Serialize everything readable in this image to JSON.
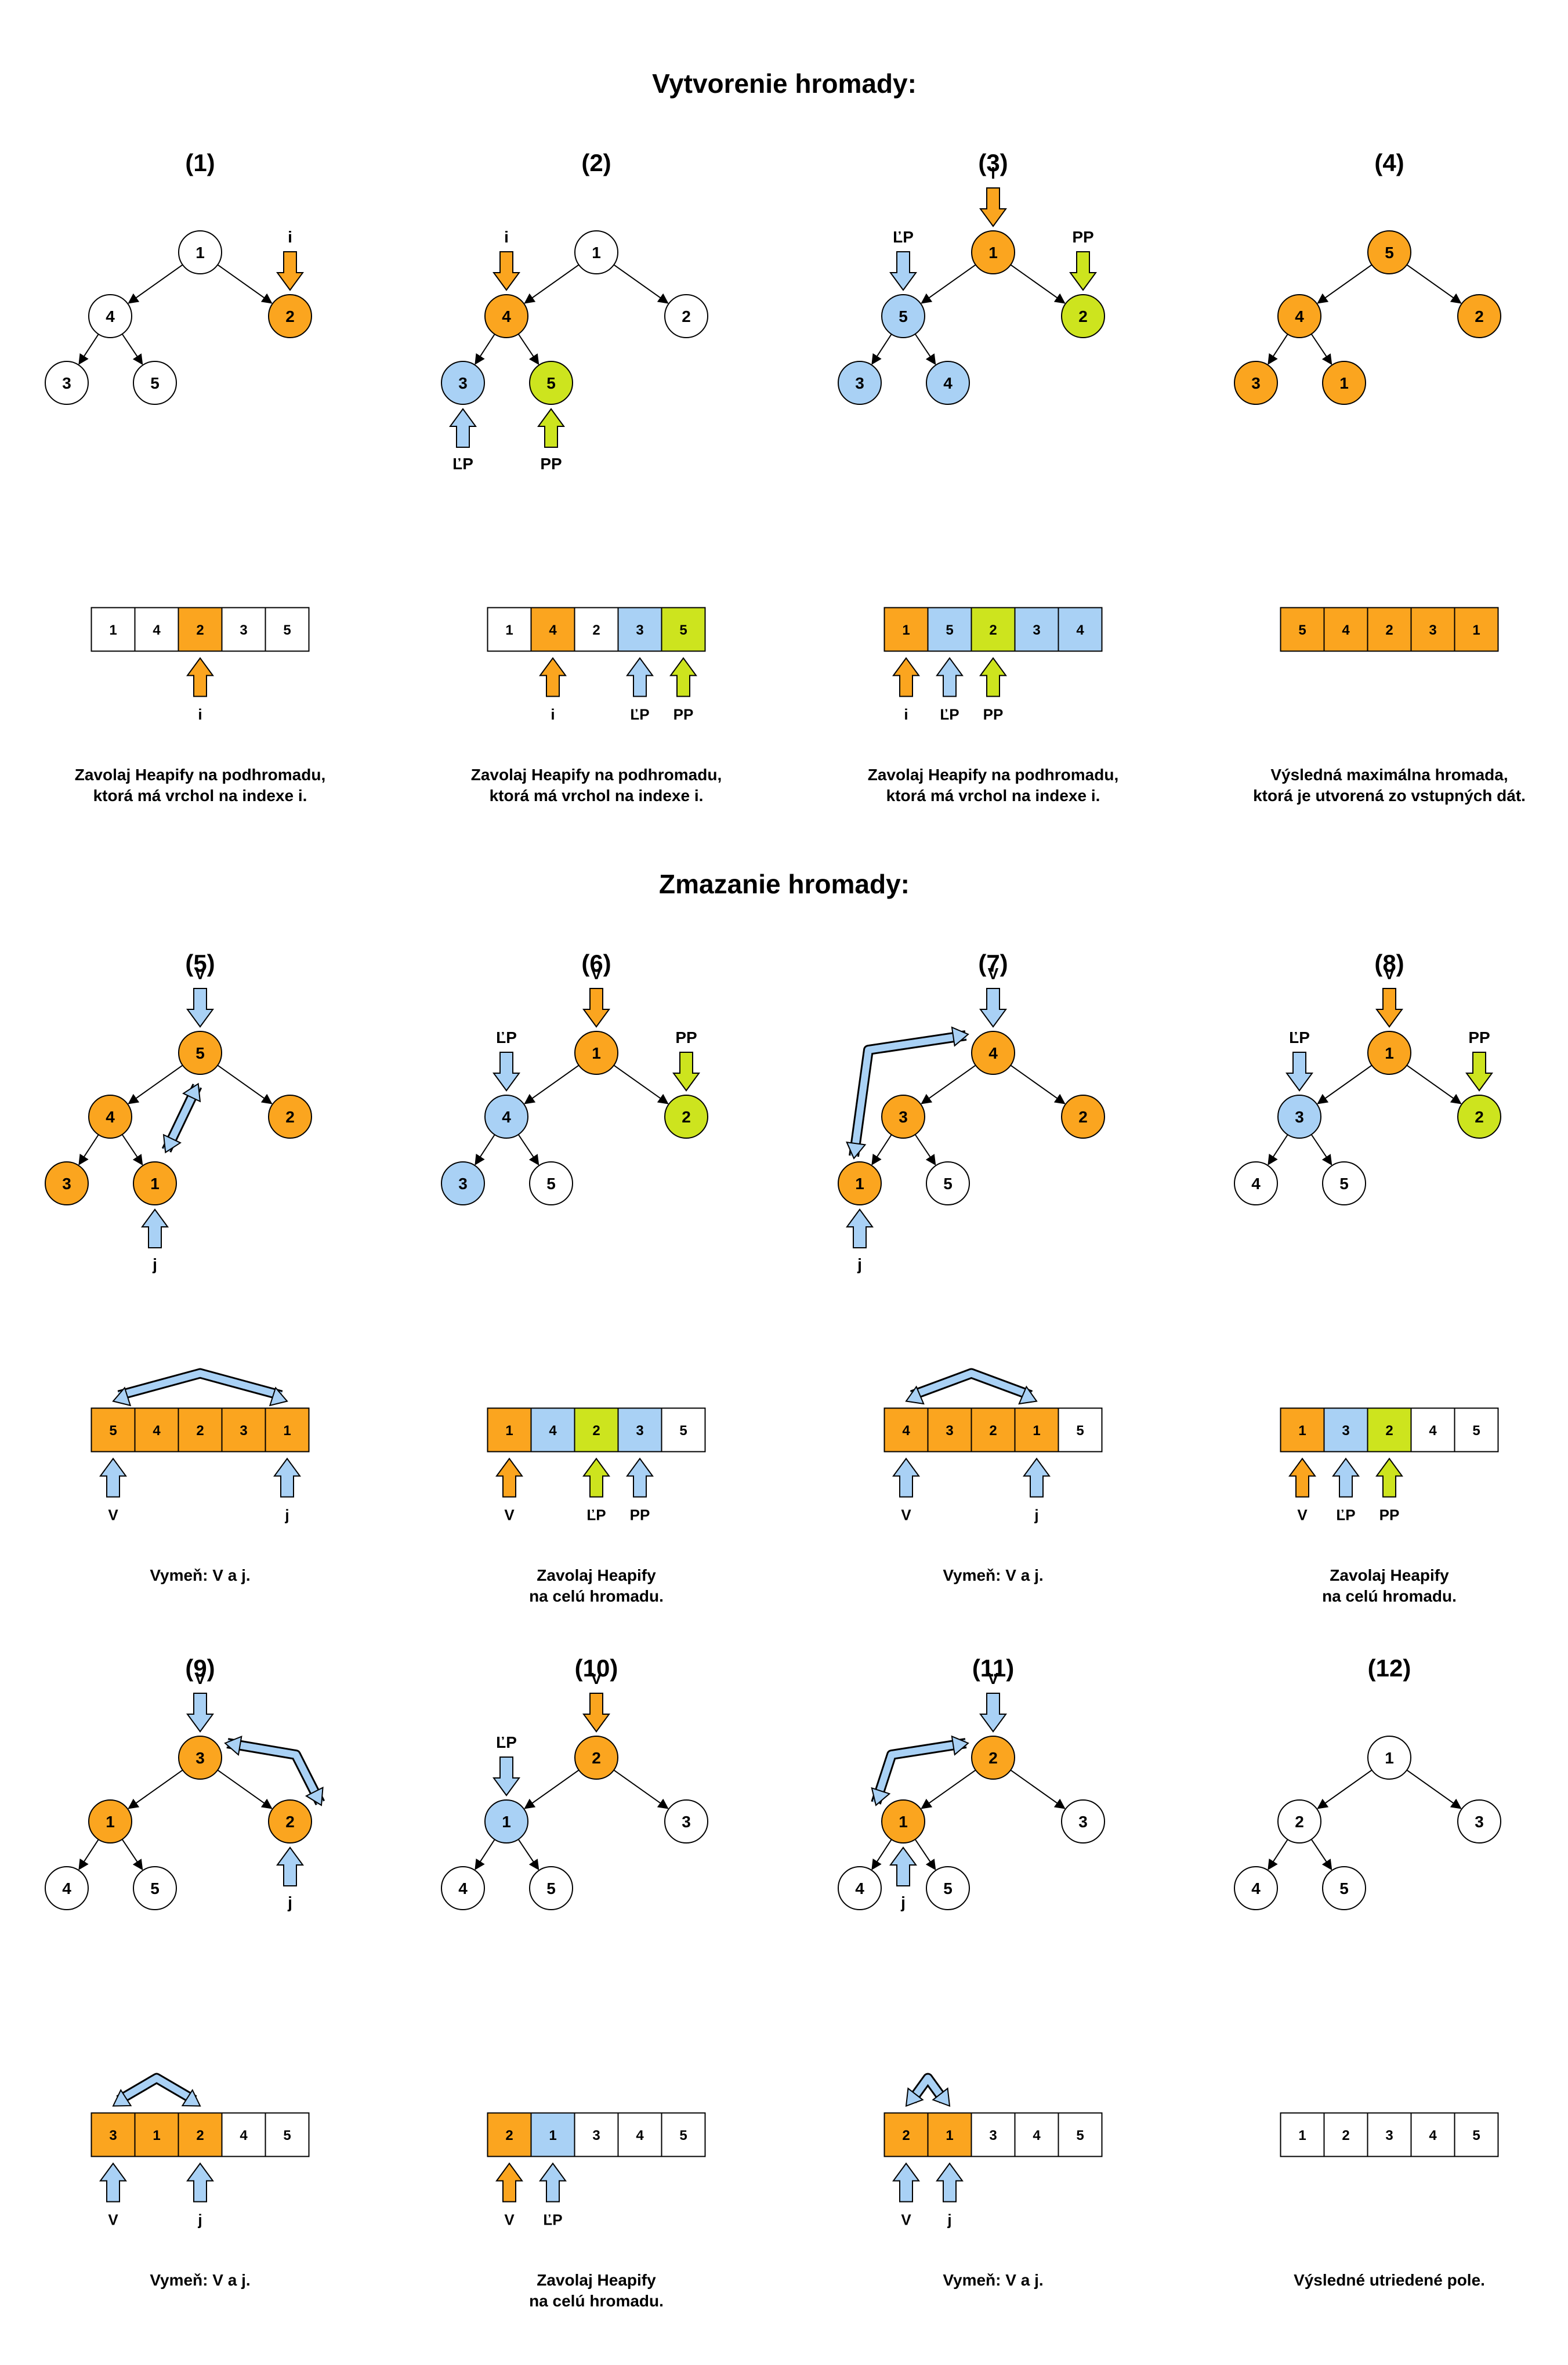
{
  "colors": {
    "orange": "#FBA51F",
    "blue": "#A9D1F5",
    "green": "#CDE41E",
    "white": "#FFFFFF",
    "stroke": "#000000"
  },
  "sections": [
    {
      "id": "build",
      "title": "Vytvorenie hromady:"
    },
    {
      "id": "delete",
      "title": "Zmazanie hromady:"
    }
  ],
  "steps": [
    {
      "label": "(1)",
      "tree": [
        {
          "v": "1",
          "c": "white"
        },
        {
          "v": "4",
          "c": "white"
        },
        {
          "v": "2",
          "c": "orange"
        },
        {
          "v": "3",
          "c": "white"
        },
        {
          "v": "5",
          "c": "white"
        }
      ],
      "tree_pointers": [
        {
          "node": 2,
          "label": "i",
          "c": "orange",
          "dir": "above"
        }
      ],
      "tree_swap": null,
      "array": [
        {
          "v": "1",
          "c": "white"
        },
        {
          "v": "4",
          "c": "white"
        },
        {
          "v": "2",
          "c": "orange"
        },
        {
          "v": "3",
          "c": "white"
        },
        {
          "v": "5",
          "c": "white"
        }
      ],
      "array_pointers": [
        {
          "cell": 2,
          "label": "i",
          "c": "orange"
        }
      ],
      "array_swap": null,
      "caption": [
        "Zavolaj Heapify na podhromadu,",
        "ktorá má vrchol na indexe i."
      ]
    },
    {
      "label": "(2)",
      "tree": [
        {
          "v": "1",
          "c": "white"
        },
        {
          "v": "4",
          "c": "orange"
        },
        {
          "v": "2",
          "c": "white"
        },
        {
          "v": "3",
          "c": "blue"
        },
        {
          "v": "5",
          "c": "green"
        }
      ],
      "tree_pointers": [
        {
          "node": 1,
          "label": "i",
          "c": "orange",
          "dir": "above"
        },
        {
          "node": 3,
          "label": "ĽP",
          "c": "blue",
          "dir": "below"
        },
        {
          "node": 4,
          "label": "PP",
          "c": "green",
          "dir": "below"
        }
      ],
      "tree_swap": null,
      "array": [
        {
          "v": "1",
          "c": "white"
        },
        {
          "v": "4",
          "c": "orange"
        },
        {
          "v": "2",
          "c": "white"
        },
        {
          "v": "3",
          "c": "blue"
        },
        {
          "v": "5",
          "c": "green"
        }
      ],
      "array_pointers": [
        {
          "cell": 1,
          "label": "i",
          "c": "orange"
        },
        {
          "cell": 3,
          "label": "ĽP",
          "c": "blue"
        },
        {
          "cell": 4,
          "label": "PP",
          "c": "green"
        }
      ],
      "array_swap": null,
      "caption": [
        "Zavolaj Heapify na podhromadu,",
        "ktorá má vrchol na indexe i."
      ]
    },
    {
      "label": "(3)",
      "tree": [
        {
          "v": "1",
          "c": "orange"
        },
        {
          "v": "5",
          "c": "blue"
        },
        {
          "v": "2",
          "c": "green"
        },
        {
          "v": "3",
          "c": "blue"
        },
        {
          "v": "4",
          "c": "blue"
        }
      ],
      "tree_pointers": [
        {
          "node": 0,
          "label": "i",
          "c": "orange",
          "dir": "above"
        },
        {
          "node": 1,
          "label": "ĽP",
          "c": "blue",
          "dir": "above"
        },
        {
          "node": 2,
          "label": "PP",
          "c": "green",
          "dir": "above"
        }
      ],
      "tree_swap": null,
      "array": [
        {
          "v": "1",
          "c": "orange"
        },
        {
          "v": "5",
          "c": "blue"
        },
        {
          "v": "2",
          "c": "green"
        },
        {
          "v": "3",
          "c": "blue"
        },
        {
          "v": "4",
          "c": "blue"
        }
      ],
      "array_pointers": [
        {
          "cell": 0,
          "label": "i",
          "c": "orange"
        },
        {
          "cell": 1,
          "label": "ĽP",
          "c": "blue"
        },
        {
          "cell": 2,
          "label": "PP",
          "c": "green"
        }
      ],
      "array_swap": null,
      "caption": [
        "Zavolaj Heapify na podhromadu,",
        "ktorá má vrchol na indexe i."
      ]
    },
    {
      "label": "(4)",
      "tree": [
        {
          "v": "5",
          "c": "orange"
        },
        {
          "v": "4",
          "c": "orange"
        },
        {
          "v": "2",
          "c": "orange"
        },
        {
          "v": "3",
          "c": "orange"
        },
        {
          "v": "1",
          "c": "orange"
        }
      ],
      "tree_pointers": [],
      "tree_swap": null,
      "array": [
        {
          "v": "5",
          "c": "orange"
        },
        {
          "v": "4",
          "c": "orange"
        },
        {
          "v": "2",
          "c": "orange"
        },
        {
          "v": "3",
          "c": "orange"
        },
        {
          "v": "1",
          "c": "orange"
        }
      ],
      "array_pointers": [],
      "array_swap": null,
      "caption": [
        "Výsledná maximálna hromada,",
        "ktorá je utvorená zo vstupných dát."
      ]
    },
    {
      "label": "(5)",
      "tree": [
        {
          "v": "5",
          "c": "orange"
        },
        {
          "v": "4",
          "c": "orange"
        },
        {
          "v": "2",
          "c": "orange"
        },
        {
          "v": "3",
          "c": "orange"
        },
        {
          "v": "1",
          "c": "orange"
        }
      ],
      "tree_pointers": [
        {
          "node": 0,
          "label": "V",
          "c": "blue",
          "dir": "above"
        },
        {
          "node": 4,
          "label": "j",
          "c": "blue",
          "dir": "below"
        }
      ],
      "tree_swap": [
        0,
        4
      ],
      "array": [
        {
          "v": "5",
          "c": "orange"
        },
        {
          "v": "4",
          "c": "orange"
        },
        {
          "v": "2",
          "c": "orange"
        },
        {
          "v": "3",
          "c": "orange"
        },
        {
          "v": "1",
          "c": "orange"
        }
      ],
      "array_pointers": [
        {
          "cell": 0,
          "label": "V",
          "c": "blue"
        },
        {
          "cell": 4,
          "label": "j",
          "c": "blue"
        }
      ],
      "array_swap": [
        0,
        4
      ],
      "caption": [
        "Vymeň: V a j."
      ]
    },
    {
      "label": "(6)",
      "tree": [
        {
          "v": "1",
          "c": "orange"
        },
        {
          "v": "4",
          "c": "blue"
        },
        {
          "v": "2",
          "c": "green"
        },
        {
          "v": "3",
          "c": "blue"
        },
        {
          "v": "5",
          "c": "white"
        }
      ],
      "tree_pointers": [
        {
          "node": 0,
          "label": "V",
          "c": "orange",
          "dir": "above"
        },
        {
          "node": 1,
          "label": "ĽP",
          "c": "blue",
          "dir": "above"
        },
        {
          "node": 2,
          "label": "PP",
          "c": "green",
          "dir": "above"
        }
      ],
      "tree_swap": null,
      "array": [
        {
          "v": "1",
          "c": "orange"
        },
        {
          "v": "4",
          "c": "blue"
        },
        {
          "v": "2",
          "c": "green"
        },
        {
          "v": "3",
          "c": "blue"
        },
        {
          "v": "5",
          "c": "white"
        }
      ],
      "array_pointers": [
        {
          "cell": 0,
          "label": "V",
          "c": "orange"
        },
        {
          "cell": 2,
          "label": "ĽP",
          "c": "green"
        },
        {
          "cell": 3,
          "label": "PP",
          "c": "blue"
        }
      ],
      "array_swap": null,
      "caption": [
        "Zavolaj Heapify",
        "na celú hromadu."
      ]
    },
    {
      "label": "(7)",
      "tree": [
        {
          "v": "4",
          "c": "orange"
        },
        {
          "v": "3",
          "c": "orange"
        },
        {
          "v": "2",
          "c": "orange"
        },
        {
          "v": "1",
          "c": "orange"
        },
        {
          "v": "5",
          "c": "white"
        }
      ],
      "tree_pointers": [
        {
          "node": 0,
          "label": "V",
          "c": "blue",
          "dir": "above"
        },
        {
          "node": 3,
          "label": "j",
          "c": "blue",
          "dir": "below"
        }
      ],
      "tree_swap": [
        0,
        3
      ],
      "array": [
        {
          "v": "4",
          "c": "orange"
        },
        {
          "v": "3",
          "c": "orange"
        },
        {
          "v": "2",
          "c": "orange"
        },
        {
          "v": "1",
          "c": "orange"
        },
        {
          "v": "5",
          "c": "white"
        }
      ],
      "array_pointers": [
        {
          "cell": 0,
          "label": "V",
          "c": "blue"
        },
        {
          "cell": 3,
          "label": "j",
          "c": "blue"
        }
      ],
      "array_swap": [
        0,
        3
      ],
      "caption": [
        "Vymeň: V a j."
      ]
    },
    {
      "label": "(8)",
      "tree": [
        {
          "v": "1",
          "c": "orange"
        },
        {
          "v": "3",
          "c": "blue"
        },
        {
          "v": "2",
          "c": "green"
        },
        {
          "v": "4",
          "c": "white"
        },
        {
          "v": "5",
          "c": "white"
        }
      ],
      "tree_pointers": [
        {
          "node": 0,
          "label": "V",
          "c": "orange",
          "dir": "above"
        },
        {
          "node": 1,
          "label": "ĽP",
          "c": "blue",
          "dir": "above"
        },
        {
          "node": 2,
          "label": "PP",
          "c": "green",
          "dir": "above"
        }
      ],
      "tree_swap": null,
      "array": [
        {
          "v": "1",
          "c": "orange"
        },
        {
          "v": "3",
          "c": "blue"
        },
        {
          "v": "2",
          "c": "green"
        },
        {
          "v": "4",
          "c": "white"
        },
        {
          "v": "5",
          "c": "white"
        }
      ],
      "array_pointers": [
        {
          "cell": 0,
          "label": "V",
          "c": "orange"
        },
        {
          "cell": 1,
          "label": "ĽP",
          "c": "blue"
        },
        {
          "cell": 2,
          "label": "PP",
          "c": "green"
        }
      ],
      "array_swap": null,
      "caption": [
        "Zavolaj Heapify",
        "na celú hromadu."
      ]
    },
    {
      "label": "(9)",
      "tree": [
        {
          "v": "3",
          "c": "orange"
        },
        {
          "v": "1",
          "c": "orange"
        },
        {
          "v": "2",
          "c": "orange"
        },
        {
          "v": "4",
          "c": "white"
        },
        {
          "v": "5",
          "c": "white"
        }
      ],
      "tree_pointers": [
        {
          "node": 0,
          "label": "V",
          "c": "blue",
          "dir": "above"
        },
        {
          "node": 2,
          "label": "j",
          "c": "blue",
          "dir": "below"
        }
      ],
      "tree_swap": [
        0,
        2
      ],
      "array": [
        {
          "v": "3",
          "c": "orange"
        },
        {
          "v": "1",
          "c": "orange"
        },
        {
          "v": "2",
          "c": "orange"
        },
        {
          "v": "4",
          "c": "white"
        },
        {
          "v": "5",
          "c": "white"
        }
      ],
      "array_pointers": [
        {
          "cell": 0,
          "label": "V",
          "c": "blue"
        },
        {
          "cell": 2,
          "label": "j",
          "c": "blue"
        }
      ],
      "array_swap": [
        0,
        2
      ],
      "caption": [
        "Vymeň: V a j."
      ]
    },
    {
      "label": "(10)",
      "tree": [
        {
          "v": "2",
          "c": "orange"
        },
        {
          "v": "1",
          "c": "blue"
        },
        {
          "v": "3",
          "c": "white"
        },
        {
          "v": "4",
          "c": "white"
        },
        {
          "v": "5",
          "c": "white"
        }
      ],
      "tree_pointers": [
        {
          "node": 0,
          "label": "V",
          "c": "orange",
          "dir": "above"
        },
        {
          "node": 1,
          "label": "ĽP",
          "c": "blue",
          "dir": "above"
        }
      ],
      "tree_swap": null,
      "array": [
        {
          "v": "2",
          "c": "orange"
        },
        {
          "v": "1",
          "c": "blue"
        },
        {
          "v": "3",
          "c": "white"
        },
        {
          "v": "4",
          "c": "white"
        },
        {
          "v": "5",
          "c": "white"
        }
      ],
      "array_pointers": [
        {
          "cell": 0,
          "label": "V",
          "c": "orange"
        },
        {
          "cell": 1,
          "label": "ĽP",
          "c": "blue"
        }
      ],
      "array_swap": null,
      "caption": [
        "Zavolaj Heapify",
        "na celú hromadu."
      ]
    },
    {
      "label": "(11)",
      "tree": [
        {
          "v": "2",
          "c": "orange"
        },
        {
          "v": "1",
          "c": "orange"
        },
        {
          "v": "3",
          "c": "white"
        },
        {
          "v": "4",
          "c": "white"
        },
        {
          "v": "5",
          "c": "white"
        }
      ],
      "tree_pointers": [
        {
          "node": 0,
          "label": "V",
          "c": "blue",
          "dir": "above"
        },
        {
          "node": 1,
          "label": "j",
          "c": "blue",
          "dir": "below"
        }
      ],
      "tree_swap": [
        0,
        1
      ],
      "array": [
        {
          "v": "2",
          "c": "orange"
        },
        {
          "v": "1",
          "c": "orange"
        },
        {
          "v": "3",
          "c": "white"
        },
        {
          "v": "4",
          "c": "white"
        },
        {
          "v": "5",
          "c": "white"
        }
      ],
      "array_pointers": [
        {
          "cell": 0,
          "label": "V",
          "c": "blue"
        },
        {
          "cell": 1,
          "label": "j",
          "c": "blue"
        }
      ],
      "array_swap": [
        0,
        1
      ],
      "caption": [
        "Vymeň: V a j."
      ]
    },
    {
      "label": "(12)",
      "tree": [
        {
          "v": "1",
          "c": "white"
        },
        {
          "v": "2",
          "c": "white"
        },
        {
          "v": "3",
          "c": "white"
        },
        {
          "v": "4",
          "c": "white"
        },
        {
          "v": "5",
          "c": "white"
        }
      ],
      "tree_pointers": [],
      "tree_swap": null,
      "array": [
        {
          "v": "1",
          "c": "white"
        },
        {
          "v": "2",
          "c": "white"
        },
        {
          "v": "3",
          "c": "white"
        },
        {
          "v": "4",
          "c": "white"
        },
        {
          "v": "5",
          "c": "white"
        }
      ],
      "array_pointers": [],
      "array_swap": null,
      "caption": [
        "Výsledné utriedené pole."
      ]
    }
  ]
}
